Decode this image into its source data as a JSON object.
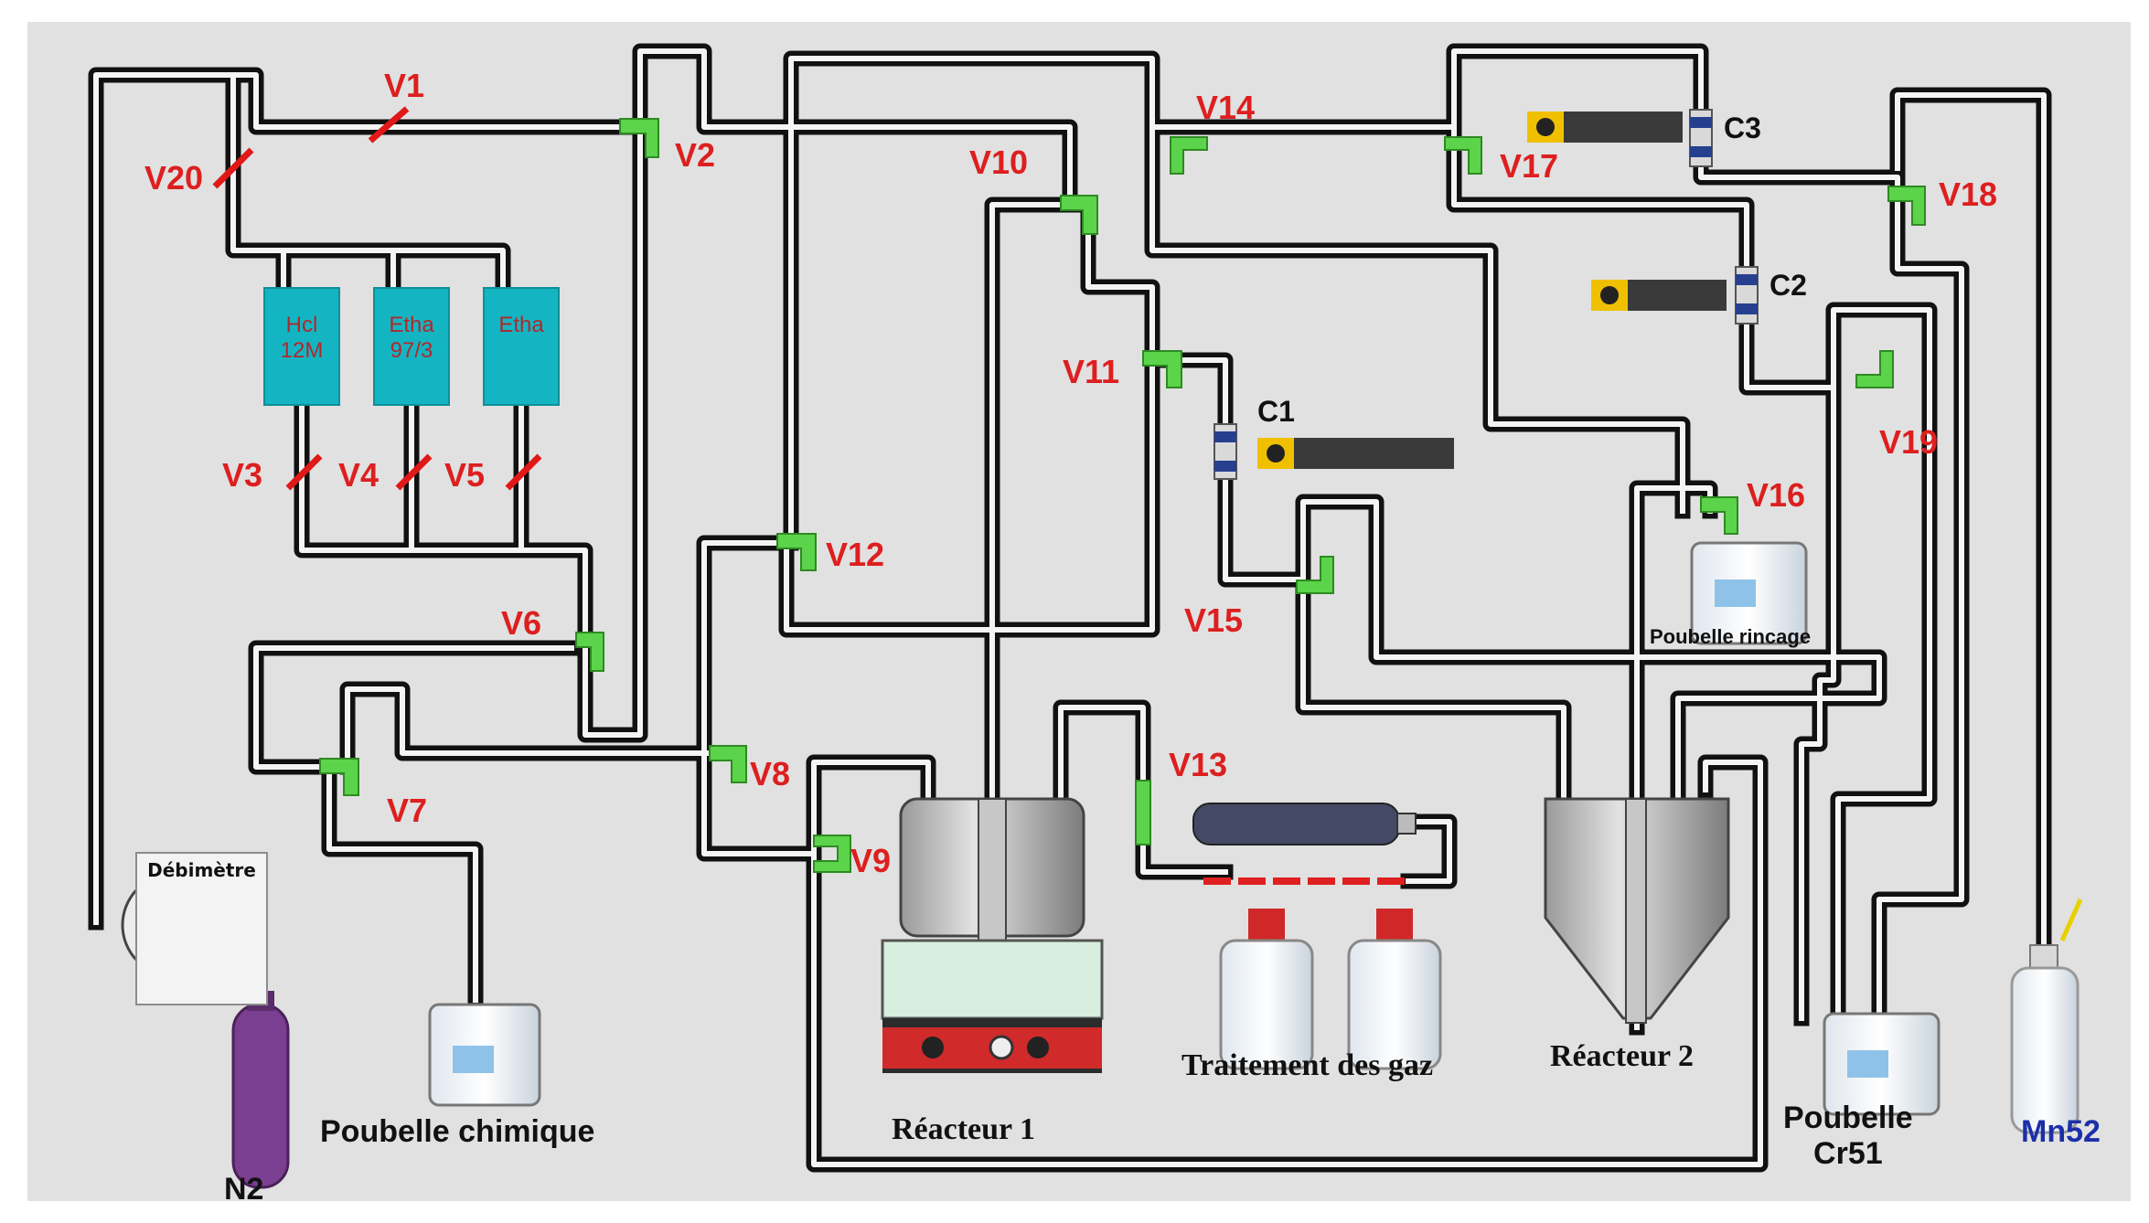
{
  "valves": {
    "v1": "V1",
    "v2": "V2",
    "v3": "V3",
    "v4": "V4",
    "v5": "V5",
    "v6": "V6",
    "v7": "V7",
    "v8": "V8",
    "v9": "V9",
    "v10": "V10",
    "v11": "V11",
    "v12": "V12",
    "v13": "V13",
    "v14": "V14",
    "v15": "V15",
    "v16": "V16",
    "v17": "V17",
    "v18": "V18",
    "v19": "V19",
    "v20": "V20"
  },
  "columns": {
    "c1": "C1",
    "c2": "C2",
    "c3": "C3"
  },
  "tanks": {
    "hcl": "Hcl\n12M",
    "etha97": "Etha\n97/3",
    "etha": "Etha"
  },
  "labels": {
    "debimetre": "Débimètre",
    "n2": "N2",
    "poubelle_chimique": "Poubelle chimique",
    "reacteur1": "Réacteur 1",
    "reacteur2": "Réacteur 2",
    "traitement_gaz": "Traitement des gaz",
    "poubelle_rincage": "Poubelle rincage",
    "poubelle_cr51": "Poubelle\nCr51",
    "mn52": "Mn52"
  },
  "colors": {
    "valve_label": "#dd1f1f",
    "pipe": "#111111",
    "open_valve": "#5bd34a",
    "tank": "#14b5c2",
    "mn52_label": "#1c2fa8",
    "radiation_icon": "#f0c000"
  }
}
